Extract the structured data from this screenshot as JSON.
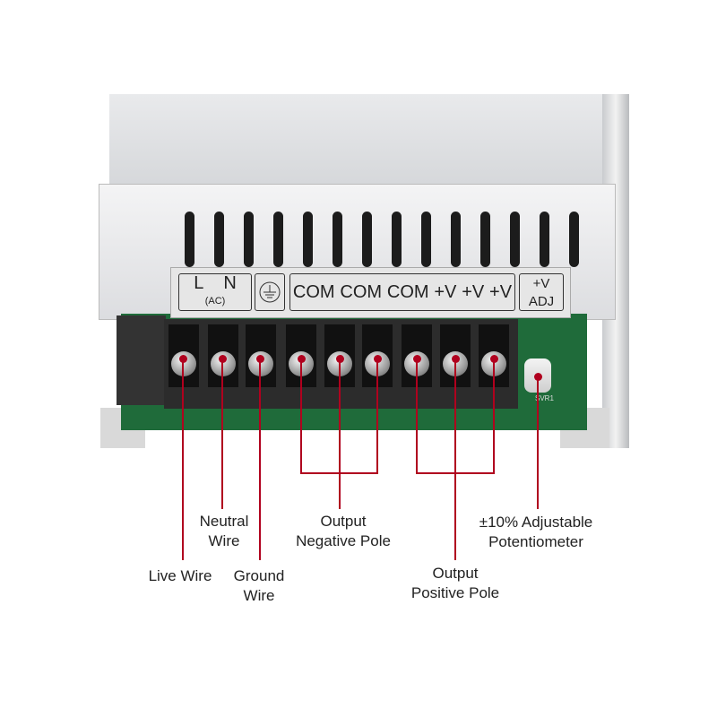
{
  "panel_labels": {
    "ac_l": "L",
    "ac_n": "N",
    "ac_sub": "(AC)",
    "terminals": [
      "COM",
      "COM",
      "COM",
      "+V",
      "+V",
      "+V"
    ],
    "adj_top": "+V",
    "adj_bottom": "ADJ",
    "pot_ref": "SVR1"
  },
  "annotations": {
    "live": [
      "Live Wire"
    ],
    "neutral": [
      "Neutral",
      "Wire"
    ],
    "ground": [
      "Ground",
      "Wire"
    ],
    "negative": [
      "Output",
      "Negative Pole"
    ],
    "positive": [
      "Output",
      "Positive Pole"
    ],
    "pot": [
      "±10% Adjustable",
      "Potentiometer"
    ]
  },
  "colors": {
    "callout": "#b0001e"
  }
}
